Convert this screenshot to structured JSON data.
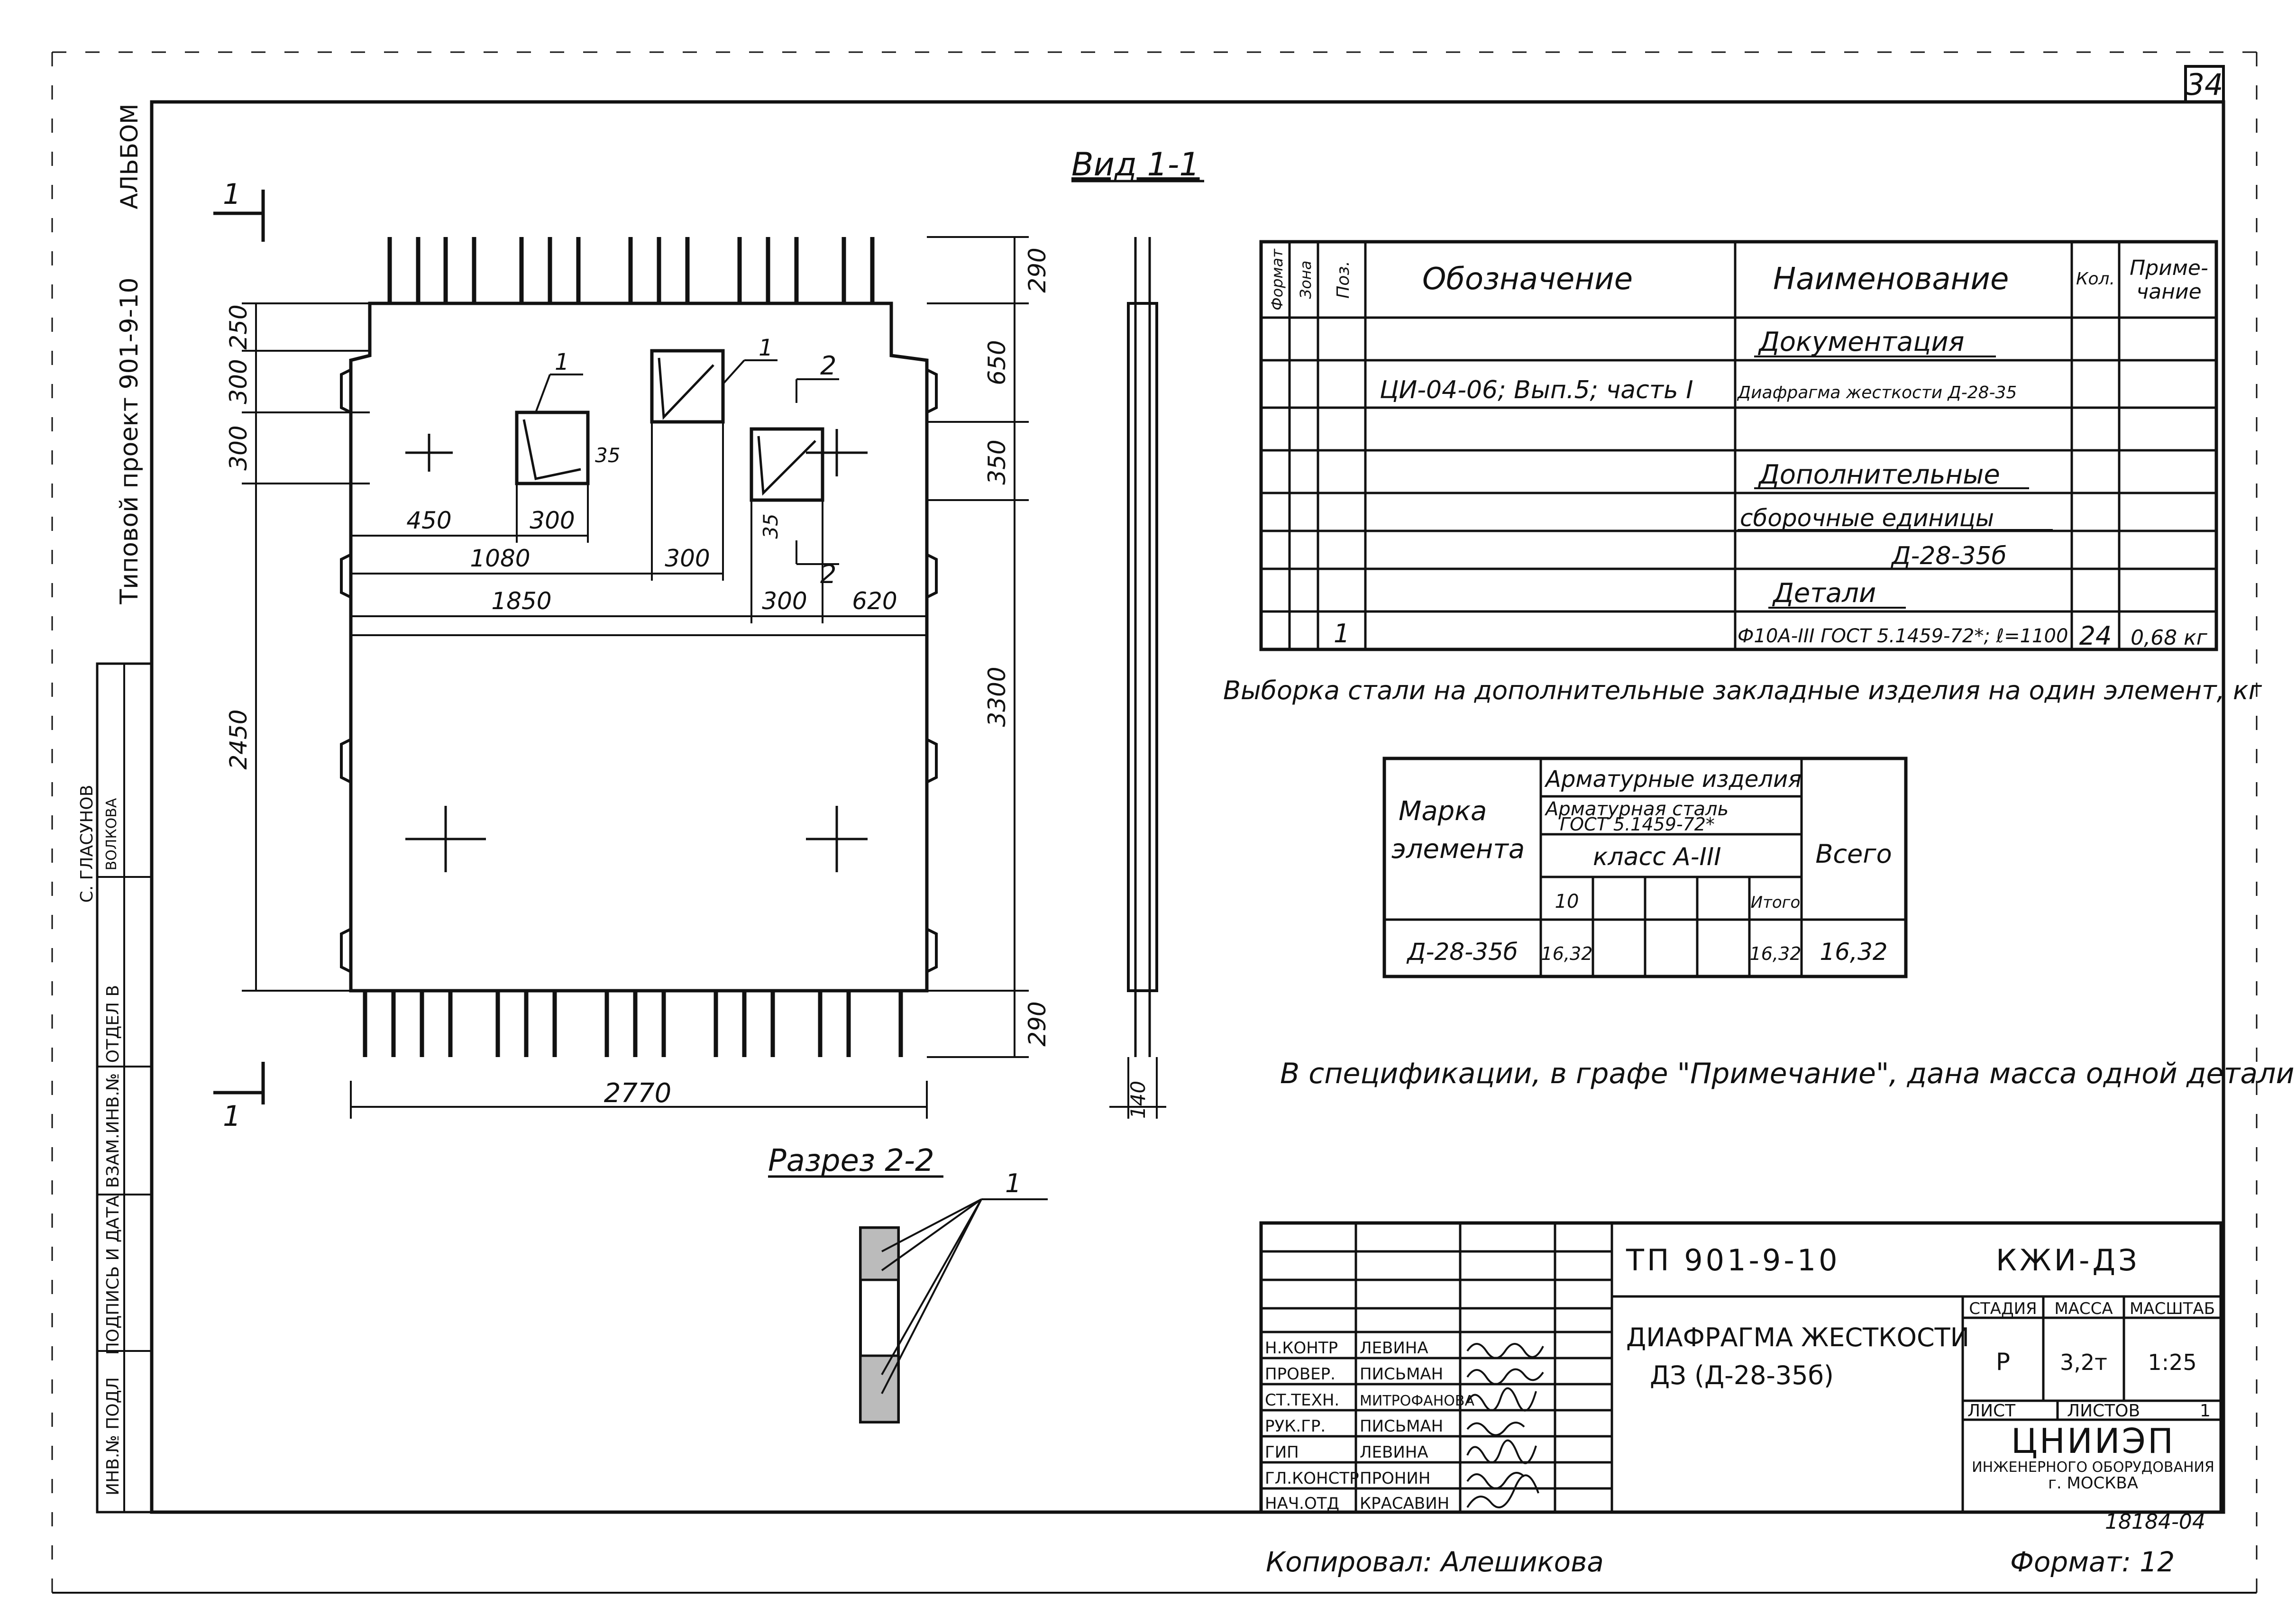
{
  "sheet": {
    "page_number": "34",
    "side_album": "АЛЬБОМ",
    "side_project": "Типовой проект 901-9-10",
    "side_stamps": [
      "ИНВ.№ ПОДЛ",
      "ПОДПИСЬ И ДАТА",
      "ВЗАМ.ИНВ.№",
      "ОТДЕЛ В",
      "С. ГЛАСУНОВ",
      "ВОЛКОВА"
    ]
  },
  "drawing": {
    "view_title": "Вид 1-1",
    "section_title": "Разрез 2-2",
    "section_marks": [
      "1",
      "1",
      "2",
      "2"
    ],
    "position_marks": [
      "1",
      "1",
      "1"
    ],
    "dimensions_top": [
      "290"
    ],
    "dimensions_left": [
      "250",
      "300",
      "300",
      "2450"
    ],
    "dimensions_right": [
      "650",
      "350",
      "3300",
      "290"
    ],
    "dimensions_inner": [
      "450",
      "300",
      "35",
      "1080",
      "300",
      "35",
      "1850",
      "300",
      "620"
    ],
    "dimension_bottom": "2770",
    "side_dimension": "140"
  },
  "spec_table": {
    "headers": [
      "Формат",
      "Зона",
      "Поз.",
      "Обозначение",
      "Наименование",
      "Кол.",
      "Примечание"
    ],
    "headers_display": [
      "Формат",
      "Зона",
      "Поз.",
      "Обозначение",
      "Наименование",
      "Кол.",
      "Приме-",
      "чание"
    ],
    "rows": [
      {
        "format": "",
        "zone": "",
        "pos": "",
        "designation": "",
        "name": "Документация",
        "qty": "",
        "note": ""
      },
      {
        "format": "",
        "zone": "",
        "pos": "",
        "designation": "ЦИ-04-06; Вып.5; часть I",
        "name": "Диафрагма жесткости Д-28-35",
        "qty": "",
        "note": ""
      },
      {
        "format": "",
        "zone": "",
        "pos": "",
        "designation": "",
        "name": "",
        "qty": "",
        "note": ""
      },
      {
        "format": "",
        "zone": "",
        "pos": "",
        "designation": "",
        "name": "Дополнительные",
        "qty": "",
        "note": ""
      },
      {
        "format": "",
        "zone": "",
        "pos": "",
        "designation": "",
        "name": "сборочные единицы",
        "qty": "",
        "note": ""
      },
      {
        "format": "",
        "zone": "",
        "pos": "",
        "designation": "",
        "name": "Д-28-35б",
        "qty": "",
        "note": ""
      },
      {
        "format": "",
        "zone": "",
        "pos": "",
        "designation": "",
        "name": "Детали",
        "qty": "",
        "note": ""
      },
      {
        "format": "",
        "zone": "",
        "pos": "1",
        "designation": "",
        "name": "Ф10А-III ГОСТ 5.1459-72*; ℓ=1100",
        "qty": "24",
        "note": "0,68 кг"
      }
    ]
  },
  "steel_caption": "Выборка стали на дополнительные закладные изделия на один элемент, кг",
  "steel_table": {
    "col_mark": [
      "Марка",
      "элемента"
    ],
    "group_title": "Арматурные изделия",
    "subgroup_title": [
      "Арматурная сталь",
      "ГОСТ 5.1459-72*"
    ],
    "class_title": "класс А-III",
    "col_total": "Всего",
    "sub_cols": [
      "10",
      "",
      "",
      "",
      "Итого"
    ],
    "row": {
      "mark": "Д-28-35б",
      "v10": "16,32",
      "itogo": "16,32",
      "total": "16,32"
    }
  },
  "note_text": "В спецификации, в графе \"Примечание\", дана масса одной детали.",
  "title_block": {
    "project_code": "ТП 901-9-10",
    "doc_code": "КЖИ-ДЗ",
    "title_line1": "ДИАФРАГМА ЖЕСТКОСТИ",
    "title_line2": "ДЗ (Д-28-35б)",
    "headers": {
      "stage": "СТАДИЯ",
      "mass": "МАССА",
      "scale": "МАСШТАБ",
      "sheet": "ЛИСТ",
      "sheets": "ЛИСТОВ"
    },
    "stage": "Р",
    "mass": "3,2т",
    "scale": "1:25",
    "sheets_count": "1",
    "org_name": "ЦНИИЭП",
    "org_sub": "ИНЖЕНЕРНОГО ОБОРУДОВАНИЯ",
    "org_city": "г. МОСКВА",
    "inventory": "18184-04",
    "staff": [
      {
        "role": "Н.КОНТР",
        "name": "ЛЕВИНА"
      },
      {
        "role": "ПРОВЕР.",
        "name": "ПИСЬМАН"
      },
      {
        "role": "СТ.ТЕХН.",
        "name": "МИТРОФАНОВА"
      },
      {
        "role": "РУК.ГР.",
        "name": "ПИСЬМАН"
      },
      {
        "role": "ГИП",
        "name": "ЛЕВИНА"
      },
      {
        "role": "ГЛ.КОНСТР",
        "name": "ПРОНИН"
      },
      {
        "role": "НАЧ.ОТД",
        "name": "КРАСАВИН"
      }
    ]
  },
  "footer": {
    "copied": "Копировал: Алешикова",
    "format": "Формат: 12"
  }
}
